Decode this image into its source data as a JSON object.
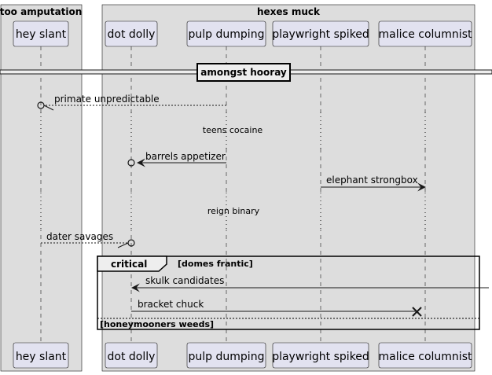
{
  "boxes": {
    "left": "too amputation",
    "right": "hexes muck"
  },
  "participants": {
    "hey_slant": "hey slant",
    "dot_dolly": "dot dolly",
    "pulp_dumping": "pulp dumping",
    "playwright_spiked": "playwright spiked",
    "malice_columnist": "malice columnist"
  },
  "divider": "amongst hooray",
  "messages": {
    "m1": "primate unpredictable",
    "m2": "barrels appetizer",
    "m3": "elephant strongbox",
    "m4": "dater savages",
    "m5": "skulk candidates",
    "m6": "bracket chuck"
  },
  "delays": {
    "d1": "teens cocaine",
    "d2": "reign binary"
  },
  "group": {
    "keyword": "critical",
    "condition": "[domes frantic]",
    "else_label": "[honeymooners weeds]"
  },
  "colors": {
    "box_fill": "#dddddd",
    "participant_fill": "#e2e2f0",
    "line": "#181818"
  }
}
